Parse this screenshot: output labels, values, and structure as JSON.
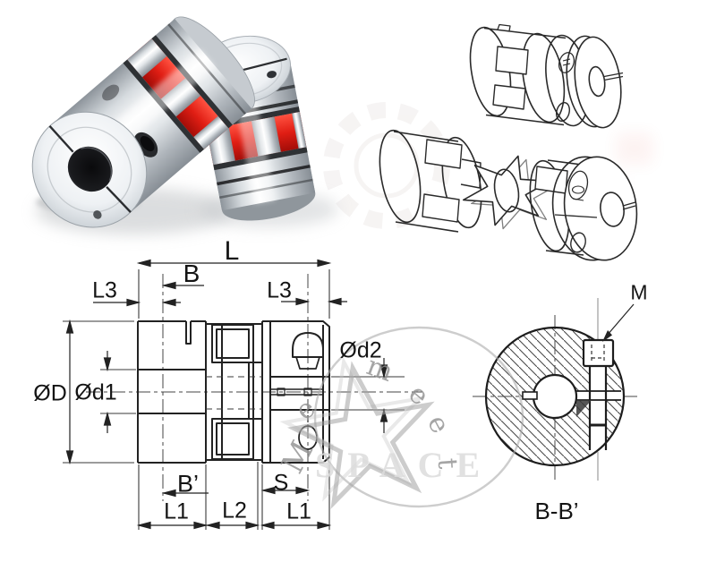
{
  "colors": {
    "line": "#222222",
    "thin_line": "#3a3a3a",
    "metal": "#d7dbdf",
    "spider_red": "#e01e14",
    "watermark_gray": "#9a9a9a"
  },
  "dimensions": {
    "L": "L",
    "B": "B",
    "L3_left": "L3",
    "L3_right": "L3",
    "OD": "ØD",
    "Od1": "Ød1",
    "Od2": "Ød2",
    "B_prime": "B’",
    "S": "S",
    "L1_left": "L1",
    "L2": "L2",
    "L1_right": "L1"
  },
  "section": {
    "M": "M",
    "caption": "B-B’"
  },
  "watermark": {
    "letters": [
      "m",
      "e",
      "e",
      "t",
      "e",
      "M"
    ],
    "faint_text": "SPACE"
  }
}
